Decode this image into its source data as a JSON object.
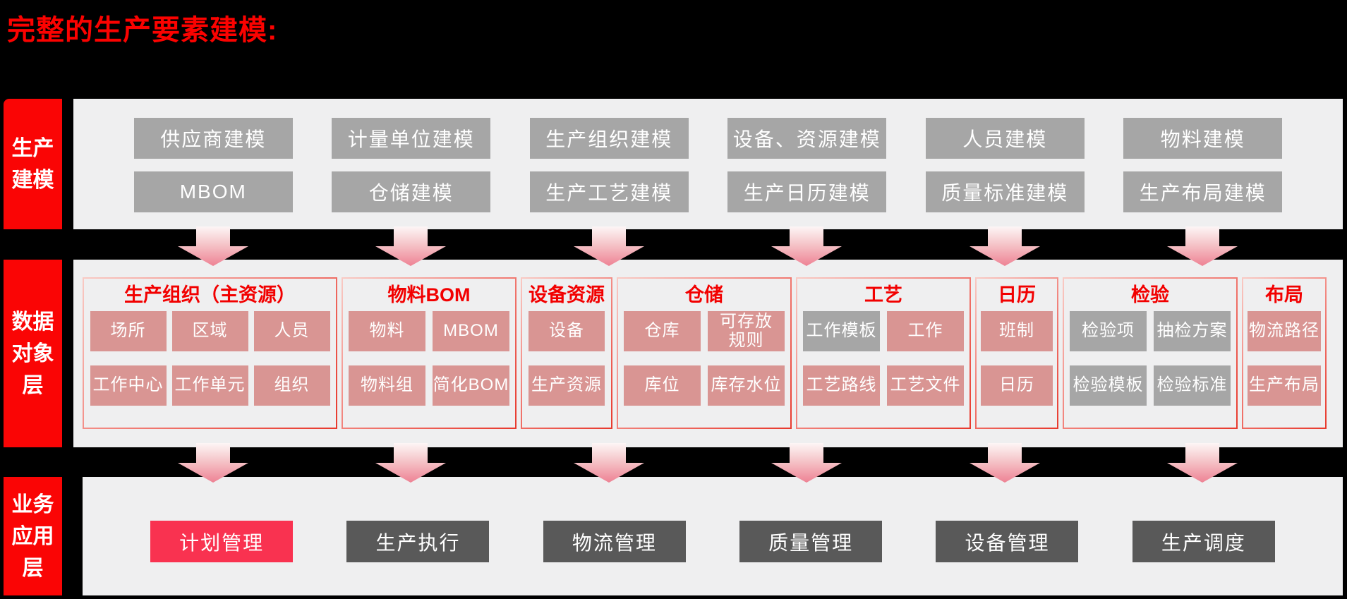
{
  "title": "完整的生产要素建模:",
  "colors": {
    "background": "#000000",
    "band_background": "#efeff0",
    "accent_red": "#fa0505",
    "title_red": "#fb0200",
    "group_title_red": "#f20000",
    "group_border_gradient": [
      "#f9cac4",
      "#e8392d"
    ],
    "gray_button": "#a6a6a6",
    "dark_button": "#595959",
    "pink_button": "#d99593",
    "highlight_button": "#f93250",
    "arrow_gradient": [
      "#fdf6f6",
      "#ee8294"
    ]
  },
  "modeling": {
    "sidebar": "生产\n建模",
    "rows": [
      [
        "供应商建模",
        "计量单位建模",
        "生产组织建模",
        "设备、资源建模",
        "人员建模",
        "物料建模"
      ],
      [
        "MBOM",
        "仓储建模",
        "生产工艺建模",
        "生产日历建模",
        "质量标准建模",
        "生产布局建模"
      ]
    ]
  },
  "objects": {
    "sidebar": "数据\n对象\n层",
    "groups": [
      {
        "title": "生产组织（主资源）",
        "buttons": [
          {
            "label": "场所",
            "style": "pink"
          },
          {
            "label": "区域",
            "style": "pink"
          },
          {
            "label": "人员",
            "style": "pink"
          },
          {
            "label": "工作中心",
            "style": "pink"
          },
          {
            "label": "工作单元",
            "style": "pink"
          },
          {
            "label": "组织",
            "style": "pink"
          }
        ]
      },
      {
        "title": "物料BOM",
        "buttons": [
          {
            "label": "物料",
            "style": "pink"
          },
          {
            "label": "MBOM",
            "style": "pink"
          },
          {
            "label": "物料组",
            "style": "pink"
          },
          {
            "label": "简化BOM",
            "style": "pink"
          }
        ]
      },
      {
        "title": "设备资源",
        "buttons": [
          {
            "label": "设备",
            "style": "pink"
          },
          {
            "label": "生产资源",
            "style": "pink"
          }
        ]
      },
      {
        "title": "仓储",
        "buttons": [
          {
            "label": "仓库",
            "style": "pink"
          },
          {
            "label": "可存放\n规则",
            "style": "pink"
          },
          {
            "label": "库位",
            "style": "pink"
          },
          {
            "label": "库存水位",
            "style": "pink"
          }
        ]
      },
      {
        "title": "工艺",
        "buttons": [
          {
            "label": "工作模板",
            "style": "gray"
          },
          {
            "label": "工作",
            "style": "pink"
          },
          {
            "label": "工艺路线",
            "style": "pink"
          },
          {
            "label": "工艺文件",
            "style": "pink"
          }
        ]
      },
      {
        "title": "日历",
        "buttons": [
          {
            "label": "班制",
            "style": "pink"
          },
          {
            "label": "日历",
            "style": "pink"
          }
        ]
      },
      {
        "title": "检验",
        "buttons": [
          {
            "label": "检验项",
            "style": "gray"
          },
          {
            "label": "抽检方案",
            "style": "gray"
          },
          {
            "label": "检验模板",
            "style": "gray"
          },
          {
            "label": "检验标准",
            "style": "gray"
          }
        ]
      },
      {
        "title": "布局",
        "buttons": [
          {
            "label": "物流路径",
            "style": "pink"
          },
          {
            "label": "生产布局",
            "style": "pink"
          }
        ]
      }
    ]
  },
  "applications": {
    "sidebar": "业务\n应用\n层",
    "buttons": [
      {
        "label": "计划管理",
        "style": "red"
      },
      {
        "label": "生产执行",
        "style": "dark"
      },
      {
        "label": "物流管理",
        "style": "dark"
      },
      {
        "label": "质量管理",
        "style": "dark"
      },
      {
        "label": "设备管理",
        "style": "dark"
      },
      {
        "label": "生产调度",
        "style": "dark"
      }
    ]
  }
}
